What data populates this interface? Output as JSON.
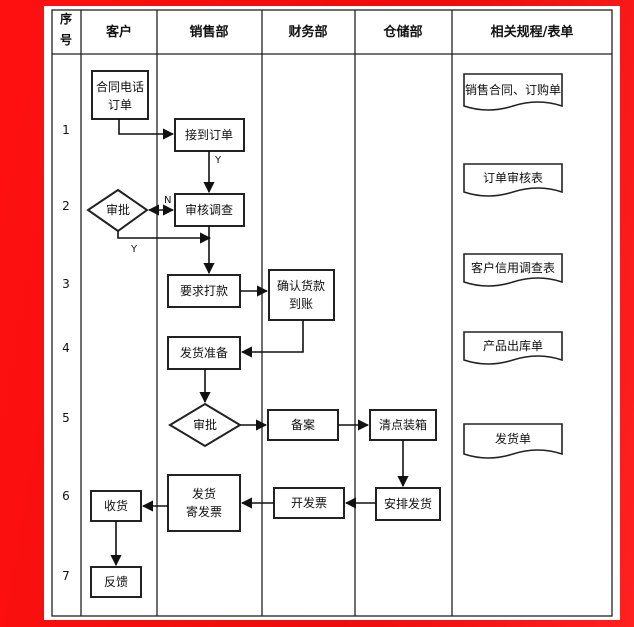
{
  "columns": {
    "seq": "序号",
    "customer": "客户",
    "sales": "销售部",
    "finance": "财务部",
    "warehouse": "仓储部",
    "docs": "相关规程/表单"
  },
  "rows": [
    "1",
    "2",
    "3",
    "4",
    "5",
    "6",
    "7"
  ],
  "nodes": {
    "contract_order": [
      "合同电话",
      "订单"
    ],
    "receive_order": "接到订单",
    "approve_customer": "审批",
    "review_check": "审核调查",
    "request_payment": "要求打款",
    "confirm_payment": [
      "确认货款",
      "到账"
    ],
    "prepare_shipment": "发货准备",
    "approve_sales": "审批",
    "record": "备案",
    "count_pack": "清点装箱",
    "ship_invoice": [
      "发货",
      "寄发票"
    ],
    "issue_invoice": "开发票",
    "arrange_ship": "安排发货",
    "receive_goods": "收货",
    "feedback": "反馈"
  },
  "edge_labels": {
    "yes1": "Y",
    "no": "N",
    "yes2": "Y"
  },
  "documents": [
    "销售合同、订购单",
    "订单审核表",
    "客户信用调查表",
    "产品出库单",
    "发货单"
  ]
}
